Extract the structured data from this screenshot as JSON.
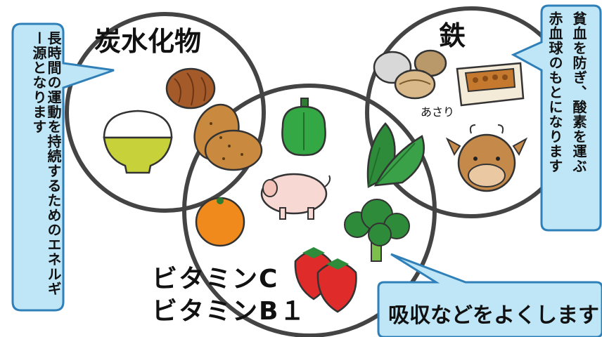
{
  "circles": {
    "carbs_title": "炭水化物",
    "iron_title": "鉄",
    "vitamin_line1": "ビタミンC",
    "vitamin_line2": "ビタミンB１"
  },
  "callouts": {
    "carbs": "長時間の運動を持続するためのエネルギー源となります",
    "iron_col1": "貧血を防ぎ、酸素を運ぶ",
    "iron_col2": "赤血球のもとになります",
    "vitamin": "吸収などをよくします"
  },
  "food_labels": {
    "asari": "あさり"
  },
  "icons": [
    "rice-bowl",
    "bread-roll",
    "potato",
    "green-pepper",
    "pig",
    "orange",
    "strawberry",
    "broccoli",
    "spinach",
    "clam",
    "natto",
    "cow"
  ],
  "colors": {
    "callout_fill": "#bfe6f7",
    "callout_stroke": "#2f7fb8",
    "circle_stroke": "#444444"
  }
}
